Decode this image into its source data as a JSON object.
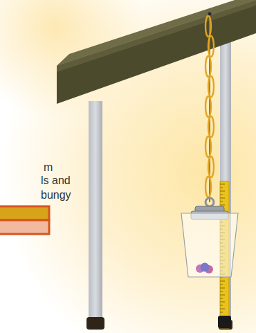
{
  "diagram": {
    "labels": [
      "m",
      "ls and",
      "bungy"
    ]
  }
}
